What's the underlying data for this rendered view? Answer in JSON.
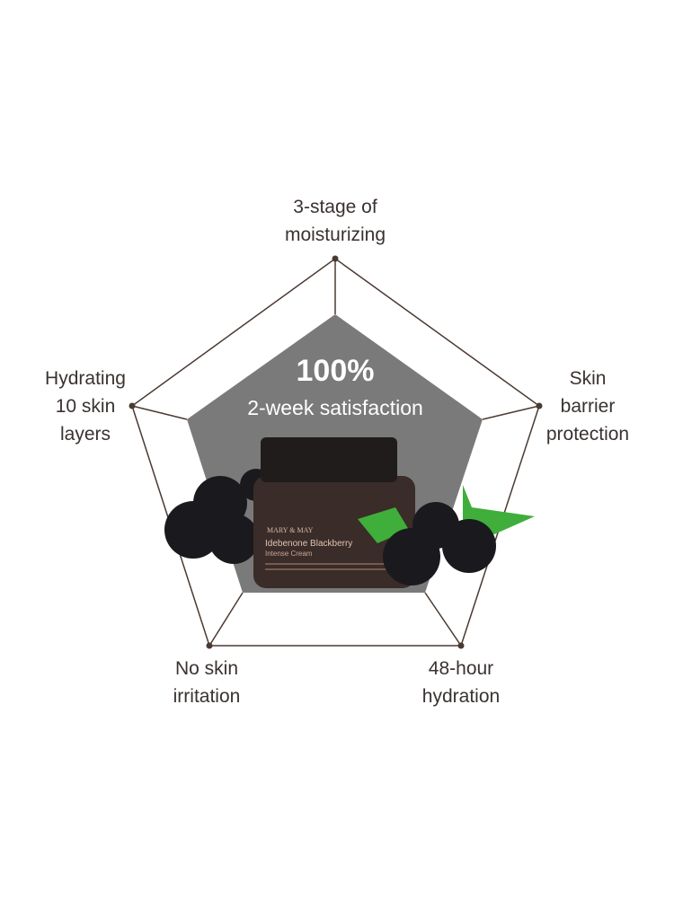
{
  "center": {
    "percent": "100%",
    "caption": "2-week satisfaction"
  },
  "axes": [
    {
      "line1": "3-stage of",
      "line2": "moisturizing"
    },
    {
      "line1": "Skin",
      "line2": "barrier",
      "line3": "protection"
    },
    {
      "line1": "48-hour",
      "line2": "hydration"
    },
    {
      "line1": "No skin",
      "line2": "irritation"
    },
    {
      "line1": "Hydrating",
      "line2": "10 skin",
      "line3": "layers"
    }
  ],
  "product": {
    "brand": "MARY & MAY",
    "name_line1": "Idebenone Blackberry",
    "name_line2": "Intense Cream"
  },
  "colors": {
    "line": "#4a3a32",
    "fill": "#7a7a7a",
    "jar": "#3a2c28",
    "lid": "#1f1c1b",
    "berry": "#1a1a1e",
    "leaf": "#3fae3a"
  }
}
